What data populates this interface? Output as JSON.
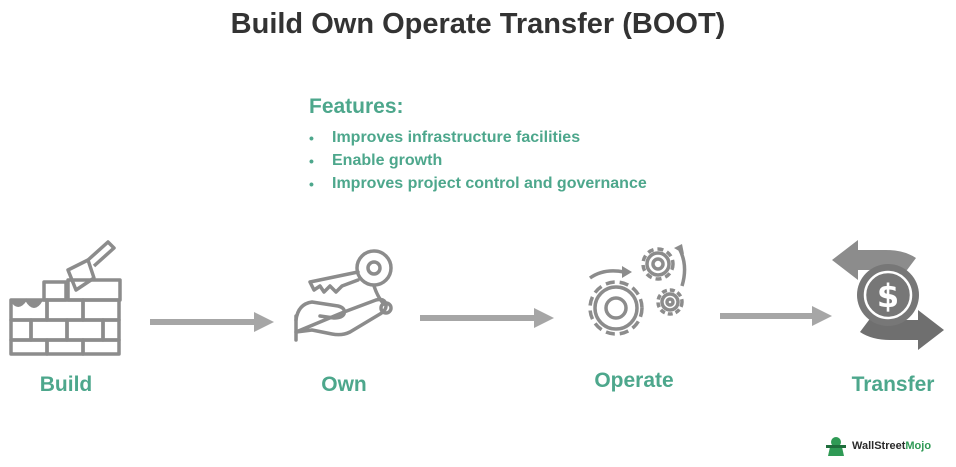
{
  "title": "Build Own Operate Transfer (BOOT)",
  "features": {
    "heading": "Features:",
    "items": [
      "Improves infrastructure facilities",
      "Enable growth",
      "Improves project control and governance"
    ]
  },
  "stages": [
    {
      "label": "Build",
      "icon": "brick-wall-trowel-icon"
    },
    {
      "label": "Own",
      "icon": "hand-with-key-icon"
    },
    {
      "label": "Operate",
      "icon": "gears-icon"
    },
    {
      "label": "Transfer",
      "icon": "dollar-exchange-icon"
    }
  ],
  "brand": {
    "part1": "WallStreet",
    "part2": "Mojo"
  },
  "colors": {
    "accent": "#4da78c",
    "icon": "#8c8c8c",
    "arrow": "#a6a6a6",
    "title": "#333333"
  }
}
